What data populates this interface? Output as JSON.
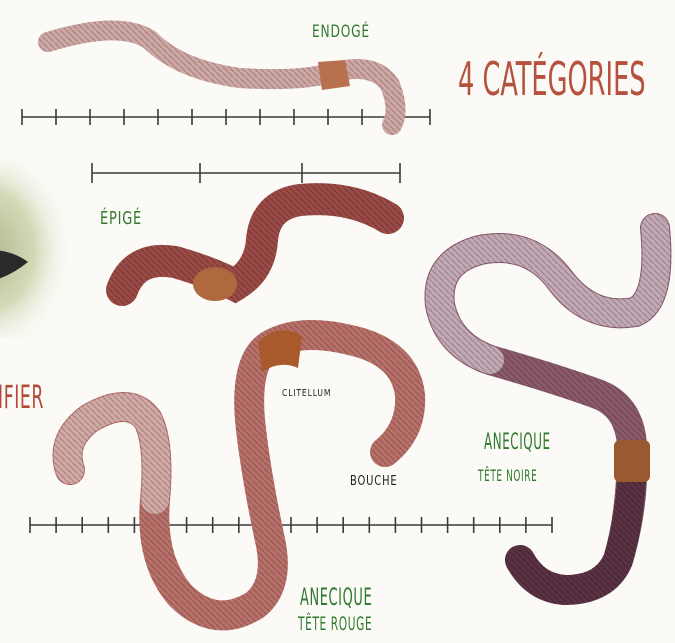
{
  "title": "4 CATÉGORIES",
  "labels": {
    "endoge": "ENDOGÉ",
    "epige": "ÉPIGÉ",
    "partial_left": "IFIER",
    "clitellum": "CLITELLUM",
    "bouche": "BOUCHE",
    "anecique_noire_line1": "ANECIQUE",
    "anecique_noire_line2": "TÊTE NOIRE",
    "anecique_rouge_line1": "ANECIQUE",
    "anecique_rouge_line2": "TÊTE ROUGE"
  },
  "worms": [
    {
      "name": "endoge-worm",
      "color": "#cfa7a4",
      "clitellum": "#b8704e"
    },
    {
      "name": "epige-worm",
      "color": "#9b4a45",
      "clitellum": "#b0683f"
    },
    {
      "name": "anecique-tete-rouge-worm",
      "color": "#b87068",
      "clitellum": "#a85a2c"
    },
    {
      "name": "anecique-tete-noire-worm",
      "color": "#8a5a6b",
      "clitellum": "#9a5a30"
    }
  ],
  "colors": {
    "label_green": "#2f7a2e",
    "title_red": "#b5513d",
    "ink": "#333333"
  }
}
